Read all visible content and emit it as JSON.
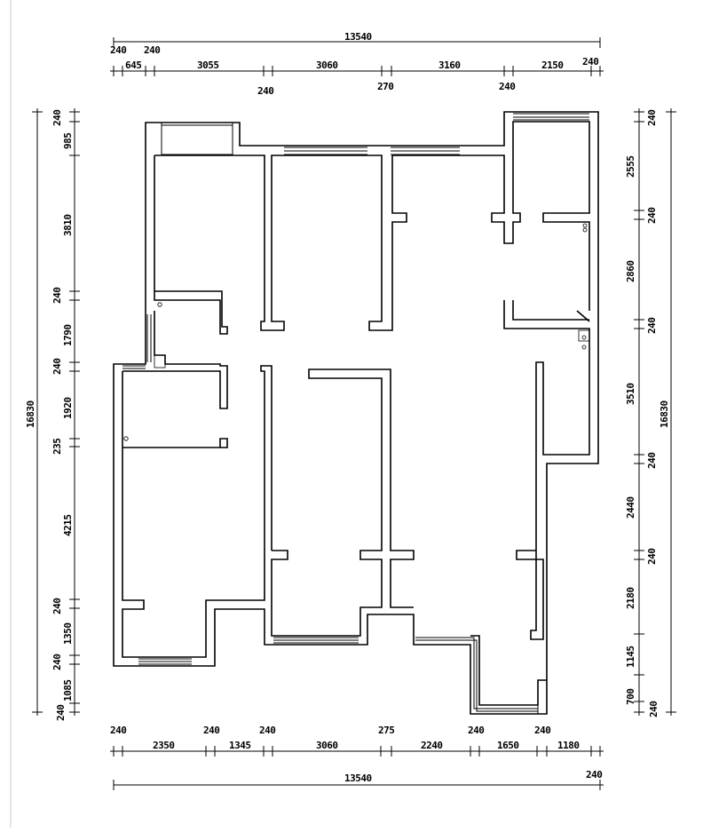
{
  "plan": {
    "top_overall": "13540",
    "top_row1": [
      "240",
      "240"
    ],
    "top_row2": [
      "645",
      "3055",
      "3060",
      "3160",
      "2150",
      "240"
    ],
    "top_row3": [
      "240",
      "270",
      "240"
    ],
    "bottom_overall": "13540",
    "bottom_overall_right": "240",
    "bottom_row1": [
      "240",
      "240",
      "240",
      "275",
      "240",
      "240"
    ],
    "bottom_row2": [
      "2350",
      "1345",
      "3060",
      "2240",
      "1650",
      "1180"
    ],
    "left_overall": "16830",
    "left_segments": [
      "240",
      "985",
      "3810",
      "240",
      "1790",
      "240",
      "1920",
      "235",
      "4215",
      "240",
      "1350",
      "240",
      "1085",
      "240"
    ],
    "right_overall": "16830",
    "right_segments": [
      "240",
      "2555",
      "240",
      "2860",
      "240",
      "3510",
      "240",
      "2440",
      "240",
      "2180",
      "1145",
      "700",
      "240"
    ]
  }
}
